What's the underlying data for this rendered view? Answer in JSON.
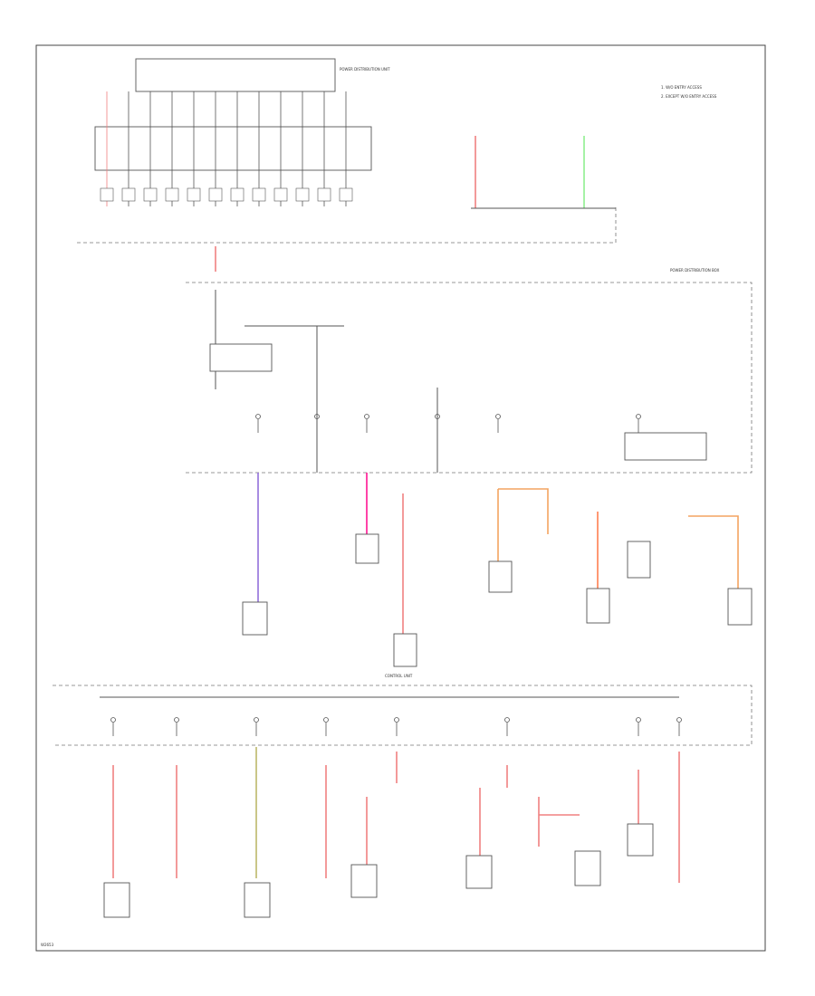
{
  "diagram": {
    "colors": {
      "frame": "#444444",
      "wire": "#555555",
      "red": "#f08080",
      "pink": "#ff1493",
      "green": "#90ee90",
      "orange": "#f4a460",
      "purple": "#9370db",
      "olive": "#bdb76b"
    },
    "labels": {
      "page_code": "W2653",
      "legend_1": "1. W/O ENTRY ACCESS",
      "legend_2": "2. EXCEPT W/O ENTRY ACCESS",
      "top_module": "POWER DISTRIBUTION UNIT",
      "mid_box": "POWER DISTRIBUTION BOX",
      "control_unit": "CONTROL UNIT"
    }
  }
}
